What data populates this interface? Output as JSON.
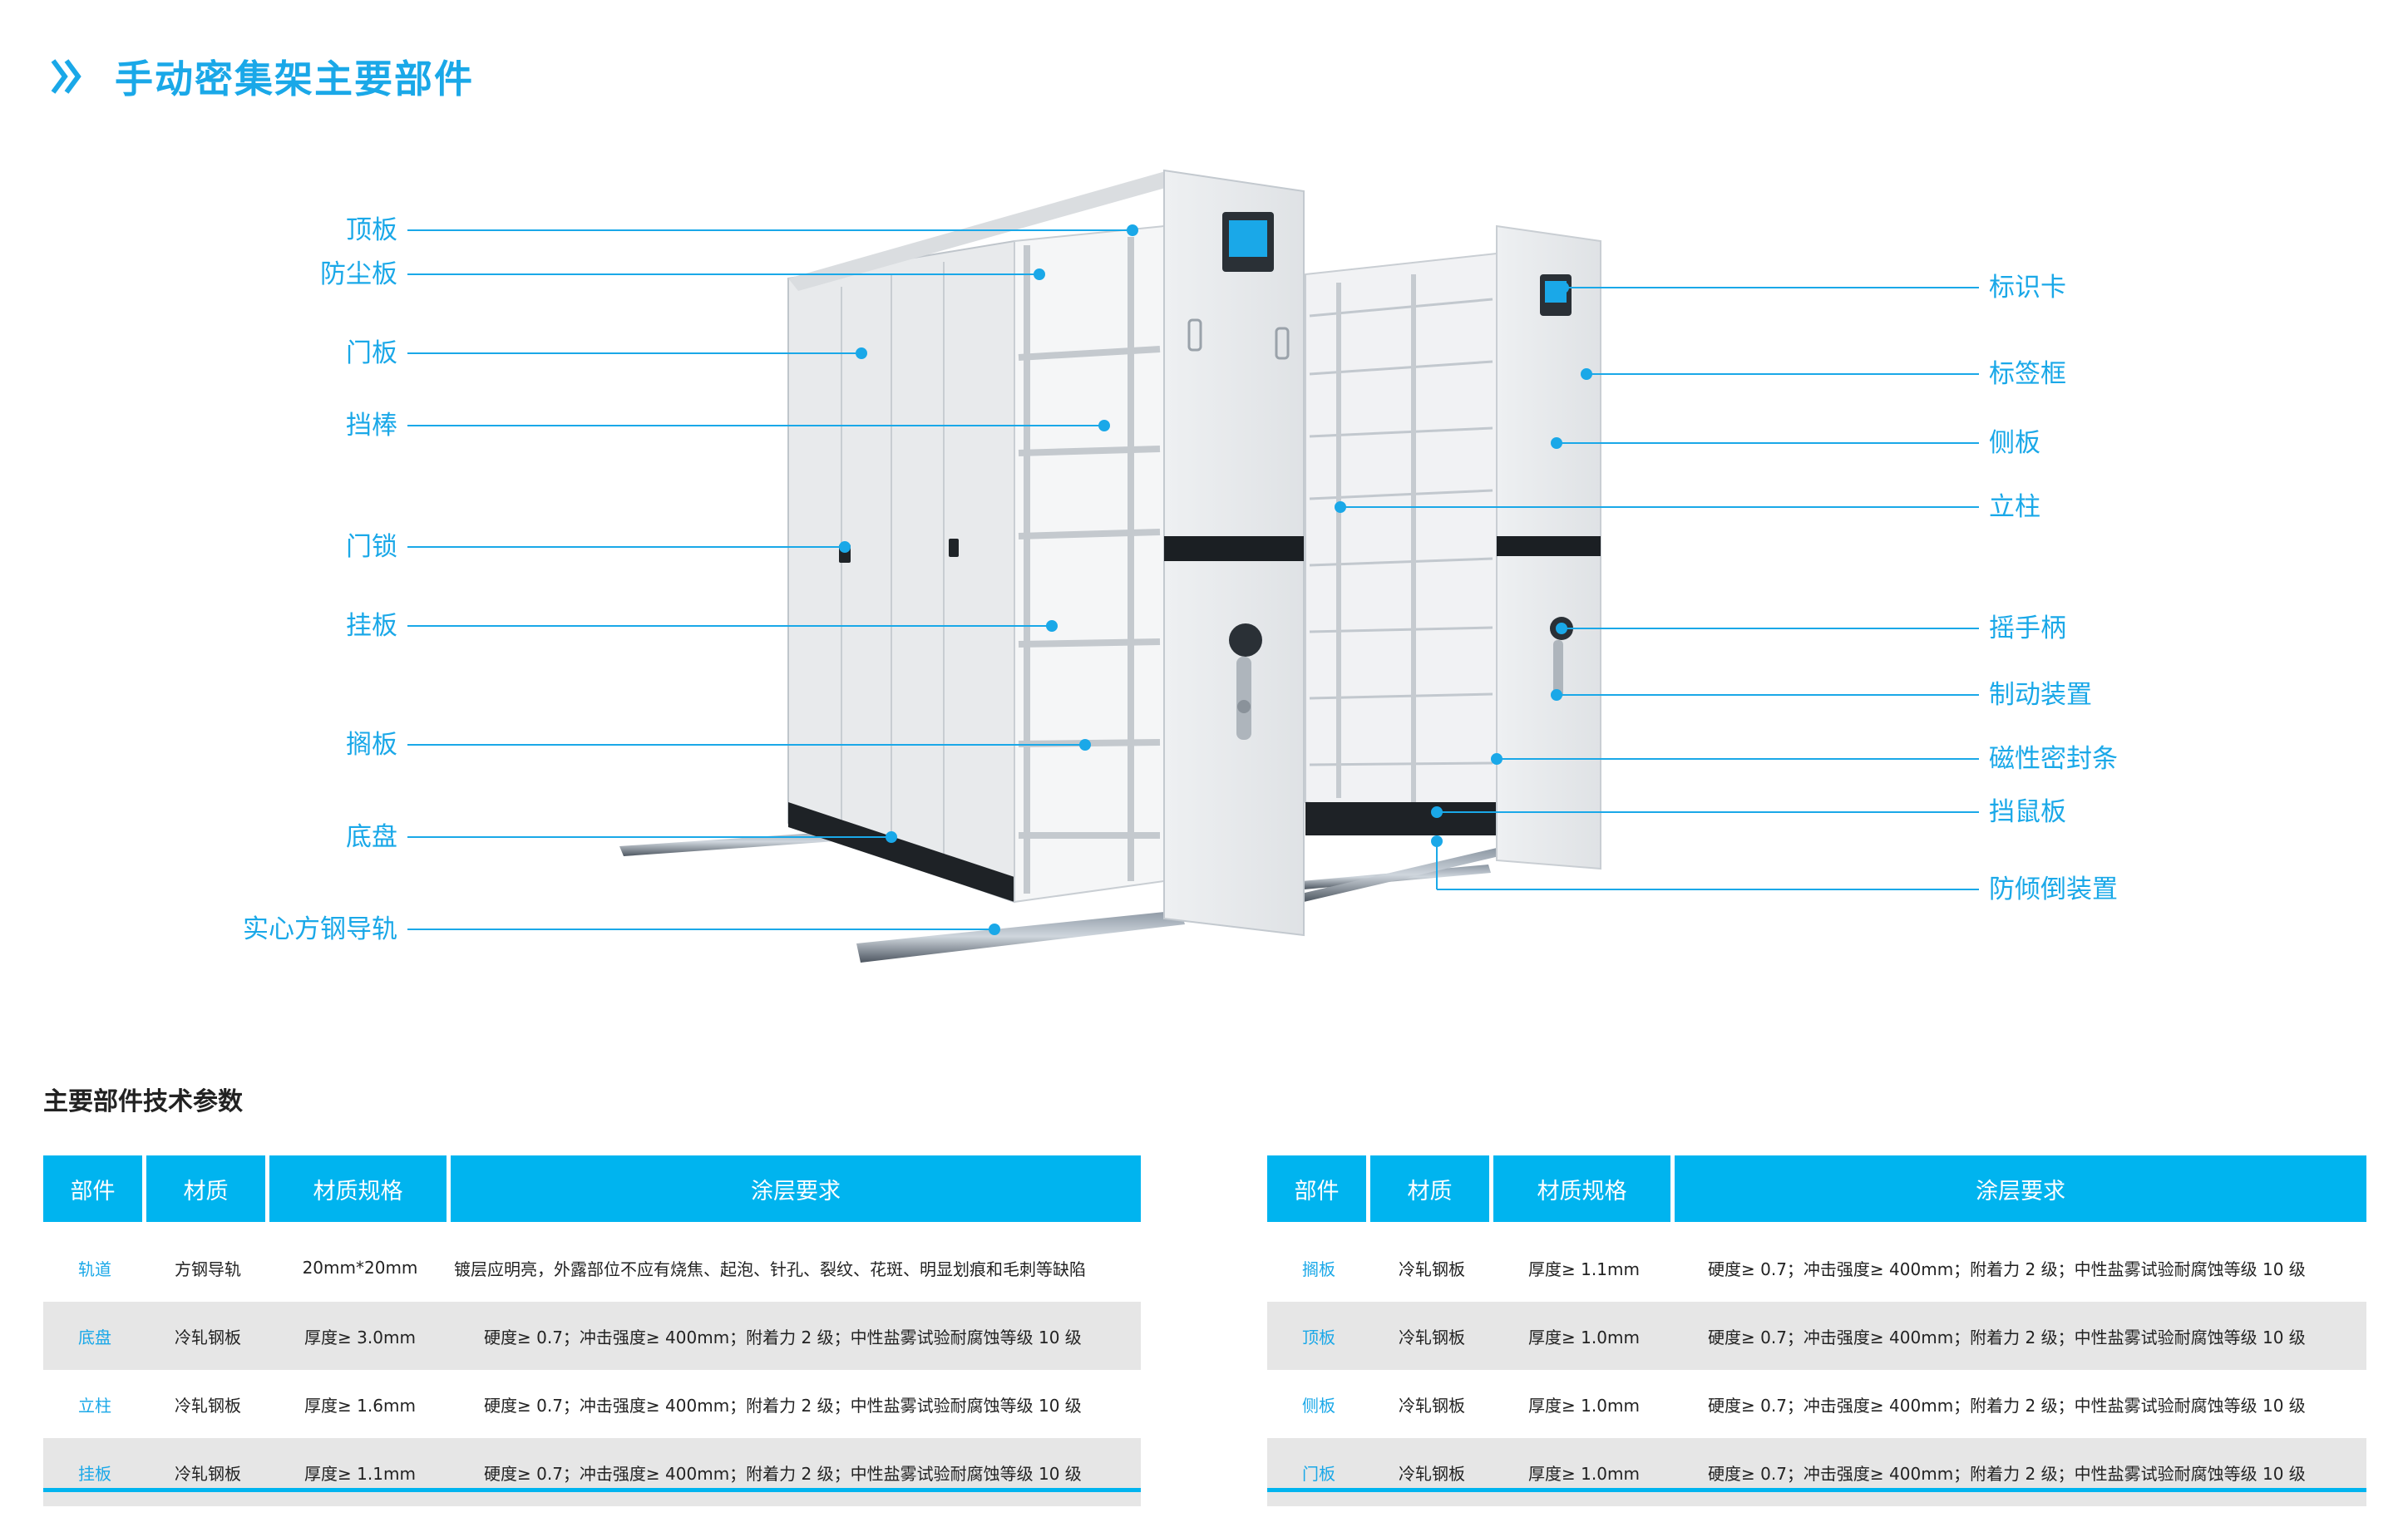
{
  "page": {
    "title": "手动密集架主要部件",
    "section_heading": "主要部件技术参数",
    "accent_color": "#1aa8e8",
    "header_color": "#00b4ef",
    "stripe_color": "#e6e6e6"
  },
  "callouts_left": [
    "顶板",
    "防尘板",
    "门板",
    "挡棒",
    "门锁",
    "挂板",
    "搁板",
    "底盘",
    "实心方钢导轨"
  ],
  "callouts_right": [
    "标识卡",
    "标签框",
    "侧板",
    "立柱",
    "摇手柄",
    "制动装置",
    "磁性密封条",
    "挡鼠板",
    "防倾倒装置"
  ],
  "table_headers": [
    "部件",
    "材质",
    "材质规格",
    "涂层要求"
  ],
  "table_left_rows": [
    {
      "part": "轨道",
      "material": "方钢导轨",
      "spec": "20mm*20mm",
      "coating": "镀层应明亮，外露部位不应有烧焦、起泡、针孔、裂纹、花斑、明显划痕和毛刺等缺陷"
    },
    {
      "part": "底盘",
      "material": "冷轧钢板",
      "spec": "厚度≥ 3.0mm",
      "coating": "硬度≥ 0.7；冲击强度≥ 400mm；附着力 2 级；中性盐雾试验耐腐蚀等级 10 级"
    },
    {
      "part": "立柱",
      "material": "冷轧钢板",
      "spec": "厚度≥ 1.6mm",
      "coating": "硬度≥ 0.7；冲击强度≥ 400mm；附着力 2 级；中性盐雾试验耐腐蚀等级 10 级"
    },
    {
      "part": "挂板",
      "material": "冷轧钢板",
      "spec": "厚度≥ 1.1mm",
      "coating": "硬度≥ 0.7；冲击强度≥ 400mm；附着力 2 级；中性盐雾试验耐腐蚀等级 10 级"
    }
  ],
  "table_right_rows": [
    {
      "part": "搁板",
      "material": "冷轧钢板",
      "spec": "厚度≥ 1.1mm",
      "coating": "硬度≥ 0.7；冲击强度≥ 400mm；附着力 2 级；中性盐雾试验耐腐蚀等级 10 级"
    },
    {
      "part": "顶板",
      "material": "冷轧钢板",
      "spec": "厚度≥ 1.0mm",
      "coating": "硬度≥ 0.7；冲击强度≥ 400mm；附着力 2 级；中性盐雾试验耐腐蚀等级 10 级"
    },
    {
      "part": "侧板",
      "material": "冷轧钢板",
      "spec": "厚度≥ 1.0mm",
      "coating": "硬度≥ 0.7；冲击强度≥ 400mm；附着力 2 级；中性盐雾试验耐腐蚀等级 10 级"
    },
    {
      "part": "门板",
      "material": "冷轧钢板",
      "spec": "厚度≥ 1.0mm",
      "coating": "硬度≥ 0.7；冲击强度≥ 400mm；附着力 2 级；中性盐雾试验耐腐蚀等级 10 级"
    }
  ]
}
